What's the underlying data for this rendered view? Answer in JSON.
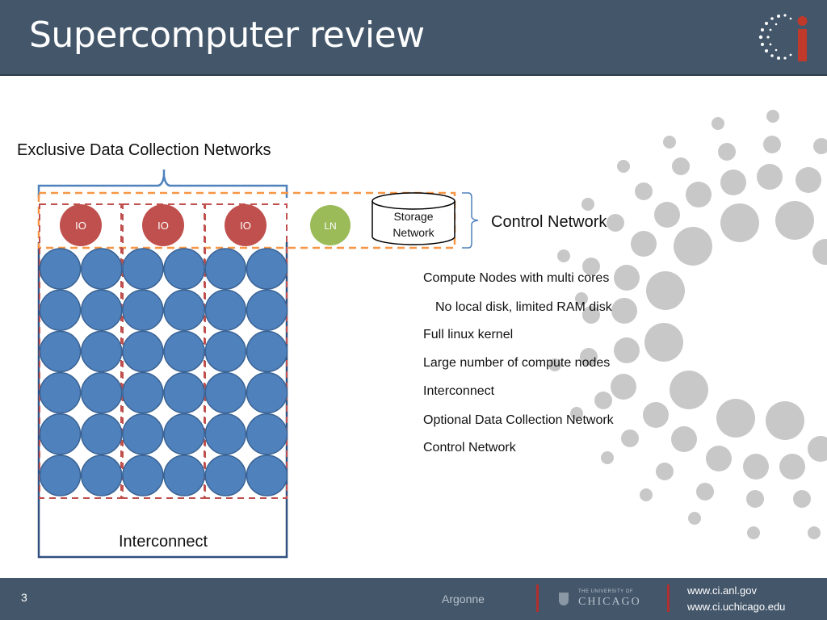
{
  "slide": {
    "title": "Supercomputer review",
    "page_number": "3"
  },
  "diagram": {
    "top_label": "Exclusive Data Collection Networks",
    "io_label": "IO",
    "ln_label": "LN",
    "storage_line1": "Storage",
    "storage_line2": "Network",
    "control_network_label": "Control Network",
    "interconnect_label": "Interconnect",
    "grid_rows": 6,
    "grid_cols": 6,
    "colors": {
      "compute_node": "#4f81bd",
      "io_node": "#c0504d",
      "ln_node": "#9bbb59",
      "dashed_red": "#c0504d",
      "dashed_orange": "#f79646",
      "frame": "#2f4f7f"
    }
  },
  "bullets": [
    "Compute Nodes with multi cores",
    "No local disk, limited RAM disk",
    "Full linux kernel",
    "Large number of compute nodes",
    "Interconnect",
    "Optional Data Collection Network",
    "Control Network"
  ],
  "footer": {
    "sponsor1": "Argonne",
    "sponsor2": "CHICAGO",
    "sponsor2_small": "THE UNIVERSITY OF",
    "link1": "www.ci.anl.gov",
    "link2": "www.ci.uchicago.edu"
  }
}
